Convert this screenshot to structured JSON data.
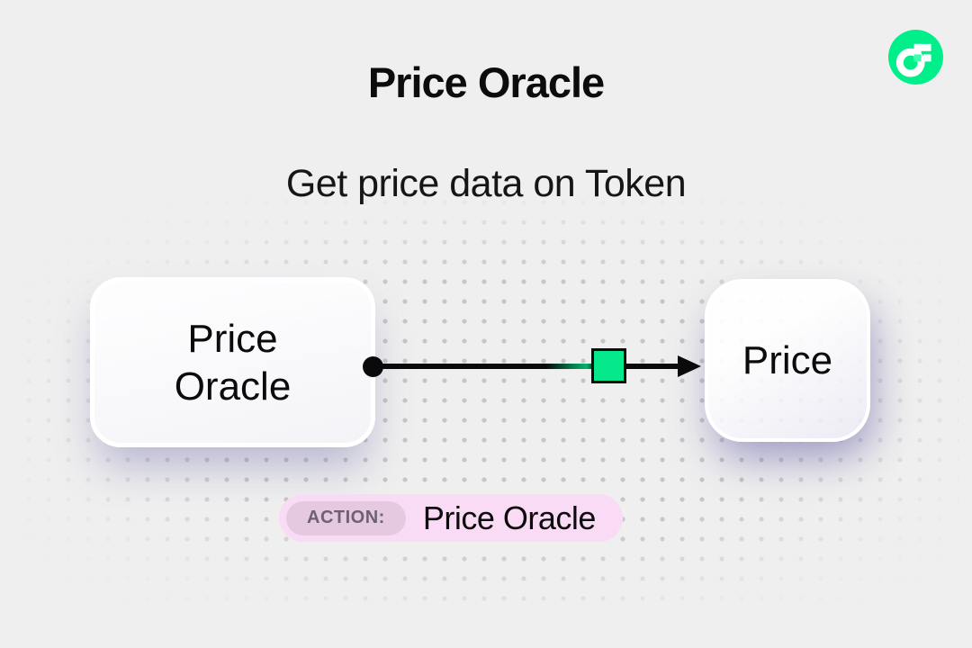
{
  "header": {
    "title": "Price Oracle",
    "subtitle": "Get price data on Token"
  },
  "logo": {
    "icon": "flow-logo",
    "bg_color": "#00ef8b",
    "glyph_color": "#ffffff",
    "notch_color": "#3dffac"
  },
  "diagram": {
    "source_node": {
      "lines": [
        "Price",
        "Oracle"
      ]
    },
    "target_node": {
      "label": "Price"
    },
    "connector": {
      "type": "arrow",
      "line_color": "#0a0a0a",
      "marker": "square",
      "marker_color": "#05e98c"
    },
    "action_badge": {
      "label": "ACTION:",
      "value": "Price Oracle",
      "bg_color": "#f9dbf5",
      "label_bg_color": "#e5c9e0",
      "label_text_color": "#6e6175"
    }
  },
  "canvas": {
    "background": "#efefef",
    "dot_color": "#c6c6c6",
    "node_shadow_color": "rgba(110,104,168,0.42)"
  }
}
